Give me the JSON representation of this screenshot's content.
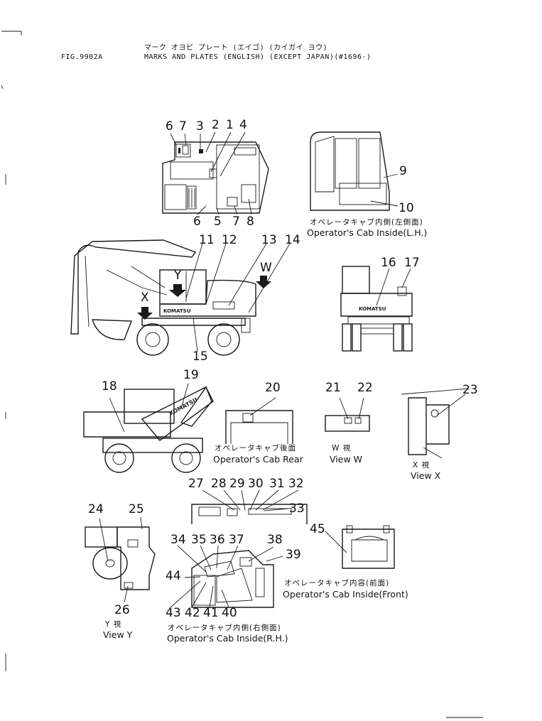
{
  "header": {
    "fig_no": "FIG.9902A",
    "title_jp": "マーク オヨビ プレート (エイゴ) (カイガイ ヨウ)",
    "title_en": "MARKS AND PLATES (ENGLISH) (EXCEPT JAPAN)(#1696-)"
  },
  "callouts": {
    "n1": "1",
    "n2": "2",
    "n3": "3",
    "n4": "4",
    "n5": "5",
    "n6a": "6",
    "n6b": "6",
    "n7a": "7",
    "n7b": "7",
    "n8": "8",
    "n9": "9",
    "n10": "10",
    "n11": "11",
    "n12": "12",
    "n13": "13",
    "n14": "14",
    "n15": "15",
    "n16": "16",
    "n17": "17",
    "n18": "18",
    "n19": "19",
    "n20": "20",
    "n21": "21",
    "n22": "22",
    "n23": "23",
    "n24": "24",
    "n25": "25",
    "n26": "26",
    "n27": "27",
    "n28": "28",
    "n29": "29",
    "n30": "30",
    "n31": "31",
    "n32": "32",
    "n33": "33",
    "n34": "34",
    "n35": "35",
    "n36": "36",
    "n37": "37",
    "n38": "38",
    "n39": "39",
    "n40": "40",
    "n41": "41",
    "n42": "42",
    "n43": "43",
    "n44": "44",
    "n45": "45"
  },
  "view_letters": {
    "x": "X",
    "y": "Y",
    "w": "W"
  },
  "captions": {
    "cab_lh_jp": "オペレータキャブ内側(左側面)",
    "cab_lh_en": "Operator's Cab Inside(L.H.)",
    "cab_rear_jp": "オペレータキャブ後面",
    "cab_rear_en": "Operator's Cab Rear",
    "view_w_jp": "W 視",
    "view_w_en": "View W",
    "view_x_jp": "X 視",
    "view_x_en": "View X",
    "view_y_jp": "Y 視",
    "view_y_en": "View Y",
    "cab_front_jp": "オペレータキャブ内容(前面)",
    "cab_front_en": "Operator's Cab Inside(Front)",
    "cab_rh_jp": "オペレータキャブ内側(右側面)",
    "cab_rh_en": "Operator's Cab Inside(R.H.)"
  },
  "logo_text": "KOMATSU"
}
